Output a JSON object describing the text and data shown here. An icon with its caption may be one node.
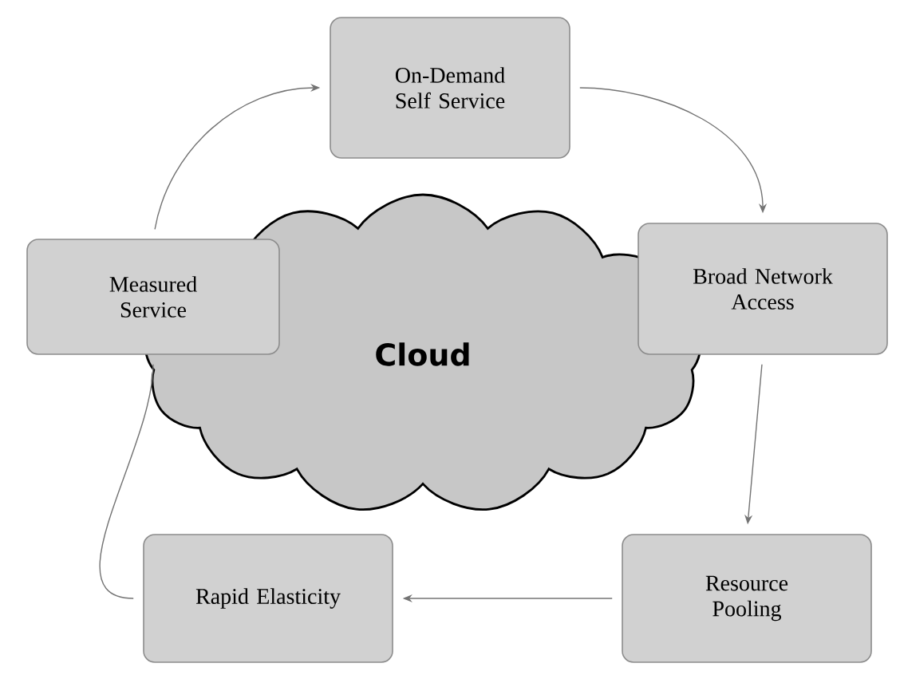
{
  "diagram": {
    "nodes": [
      {
        "text": [
          "On-Demand Self Service"
        ]
      },
      {
        "text": [
          "Measured Service"
        ]
      },
      {
        "text": [
          "Broad Network Access"
        ]
      },
      {
        "text": [
          "Cloud"
        ]
      },
      {
        "text": [
          "Rapid Elasticity"
        ]
      },
      {
        "text": [
          "Resource Pooling"
        ]
      }
    ],
    "edges": [
      {
        "from": 1,
        "to": 0,
        "arrow": "to"
      },
      {
        "from": 0,
        "to": 2,
        "arrow": "to"
      },
      {
        "from": 2,
        "to": 5,
        "arrow": "to"
      },
      {
        "from": 5,
        "to": 4,
        "arrow": "to"
      },
      {
        "from": 4,
        "to": 1,
        "arrow": "none"
      }
    ]
  }
}
